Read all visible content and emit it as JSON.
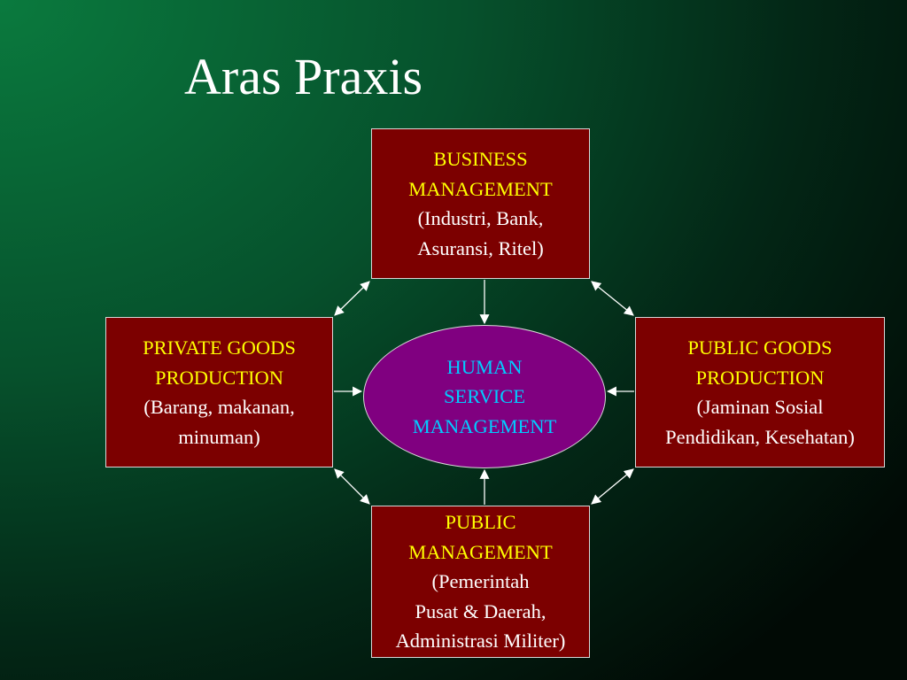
{
  "slide": {
    "title": "Aras Praxis"
  },
  "diagram": {
    "top": {
      "heading": [
        "BUSINESS",
        "MANAGEMENT"
      ],
      "details": [
        "(Industri, Bank,",
        "Asuransi, Ritel)"
      ]
    },
    "left": {
      "heading": [
        "PRIVATE GOODS",
        "PRODUCTION"
      ],
      "details": [
        "(Barang, makanan,",
        "minuman)"
      ]
    },
    "right": {
      "heading": [
        "PUBLIC GOODS",
        "PRODUCTION"
      ],
      "details": [
        "(Jaminan Sosial",
        "Pendidikan, Kesehatan)"
      ]
    },
    "bottom": {
      "heading": [
        "PUBLIC",
        "MANAGEMENT"
      ],
      "details": [
        "(Pemerintah",
        "Pusat & Daerah,",
        "Administrasi Militer)"
      ]
    },
    "center": {
      "lines": [
        "HUMAN",
        "SERVICE",
        "MANAGEMENT"
      ]
    }
  },
  "colors": {
    "box_fill": "#7c0000",
    "heading_text": "#ffff00",
    "detail_text": "#ffffff",
    "center_fill": "#800080",
    "center_text": "#00ccff",
    "connector": "#ffffff"
  }
}
